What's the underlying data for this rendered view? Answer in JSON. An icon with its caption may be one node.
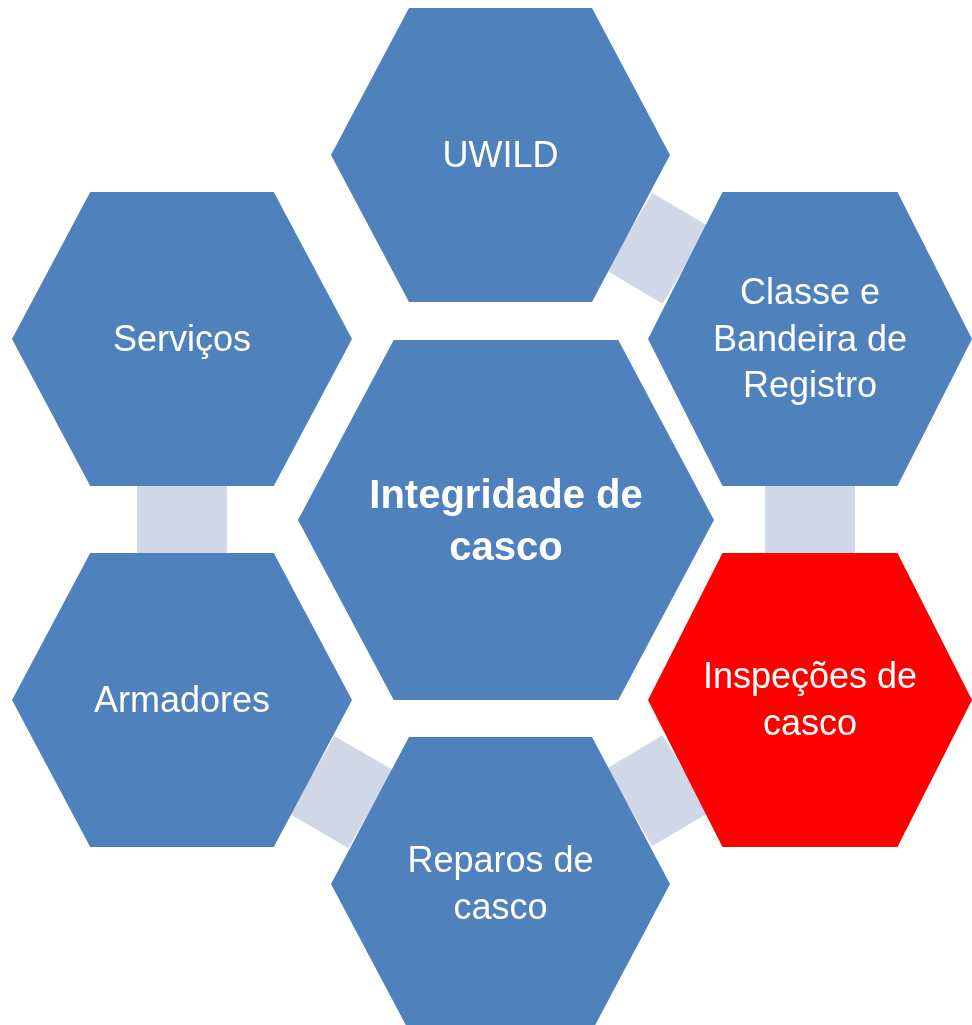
{
  "diagram": {
    "nodes": [
      {
        "text": [
          "UWILD"
        ]
      },
      {
        "text": [
          "Serviços"
        ]
      },
      {
        "text": [
          "Classe e Bandeira de Registro"
        ]
      },
      {
        "text": [
          "Integridade de casco"
        ]
      },
      {
        "text": [
          "Armadores"
        ]
      },
      {
        "text": [
          "Inspeções de casco"
        ]
      },
      {
        "text": [
          "Reparos de casco"
        ]
      }
    ],
    "edges": [
      {
        "from": 0,
        "to": 2,
        "arrow": "none"
      },
      {
        "from": 2,
        "to": 5,
        "arrow": "none"
      },
      {
        "from": 5,
        "to": 6,
        "arrow": "none"
      },
      {
        "from": 6,
        "to": 4,
        "arrow": "none"
      },
      {
        "from": 4,
        "to": 1,
        "arrow": "none"
      }
    ]
  }
}
